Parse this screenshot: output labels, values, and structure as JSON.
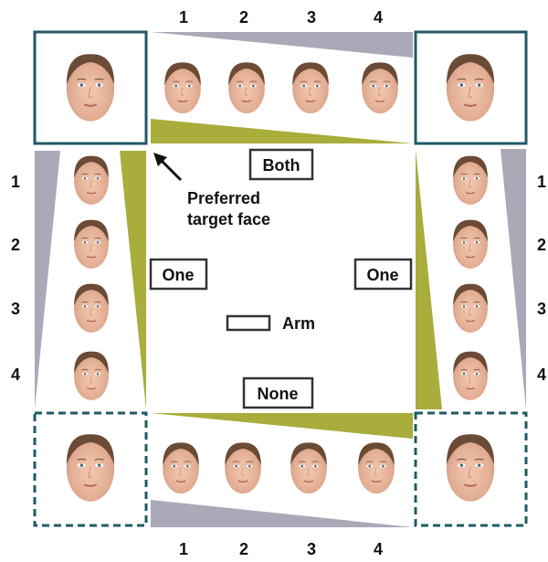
{
  "colors": {
    "solid_frame": "#1f5a66",
    "dashed_frame": "#1f5a66",
    "olive_wedge": "#a8ad3c",
    "gray_wedge": "#a9a9b8",
    "label_box": "#333333",
    "skin": "#e8b69c",
    "hair": "#6b4a36"
  },
  "top_numbers": [
    "1",
    "2",
    "3",
    "4"
  ],
  "bottom_numbers": [
    "1",
    "2",
    "3",
    "4"
  ],
  "left_numbers": [
    "1",
    "2",
    "3",
    "4"
  ],
  "right_numbers": [
    "1",
    "2",
    "3",
    "4"
  ],
  "labels": {
    "both": "Both",
    "one_left": "One",
    "one_right": "One",
    "none": "None",
    "arm": "Arm",
    "preferred_line1": "Preferred",
    "preferred_line2": "target face"
  },
  "icons": {
    "arrow": "arrow-icon",
    "face": "face-icon"
  }
}
